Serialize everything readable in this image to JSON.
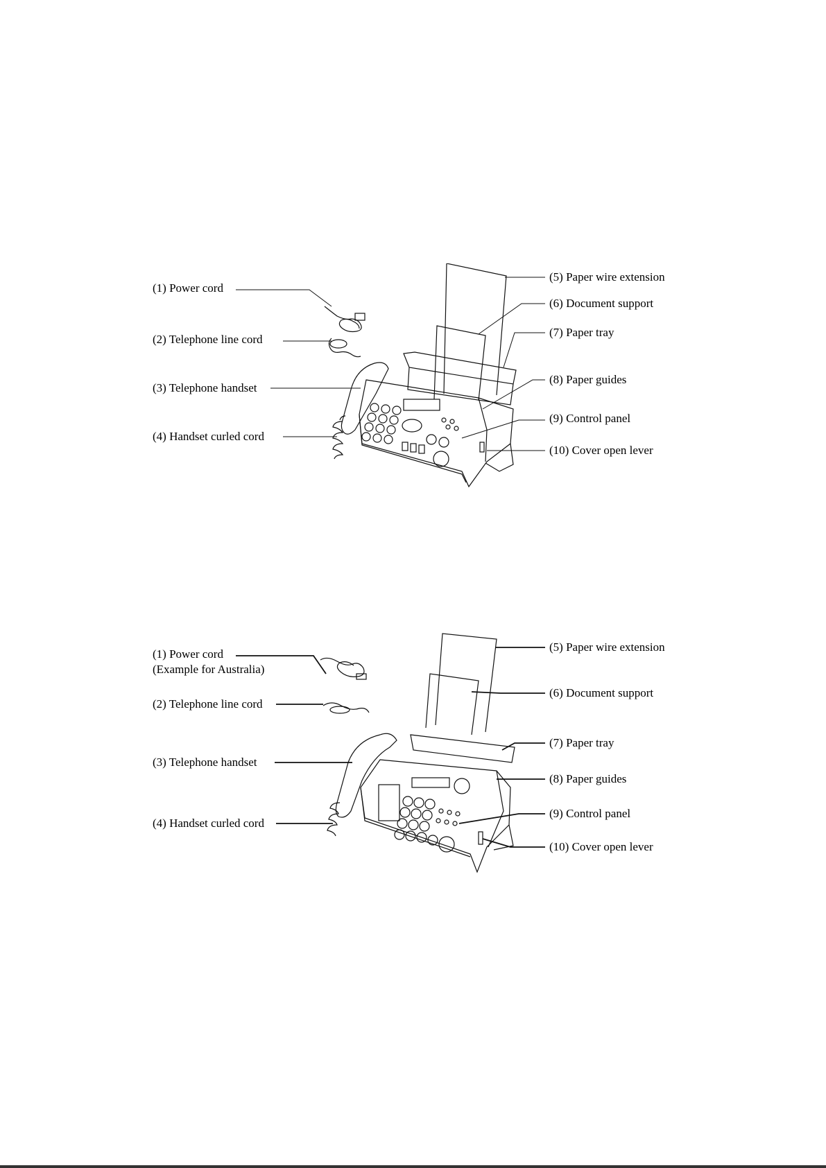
{
  "diagram1": {
    "labels": {
      "l1": "(1) Power cord",
      "l2": "(2) Telephone line cord",
      "l3": "(3) Telephone handset",
      "l4": "(4) Handset curled cord",
      "l5": "(5) Paper wire extension",
      "l6": "(6) Document support",
      "l7": "(7) Paper tray",
      "l8": "(8) Paper guides",
      "l9": "(9) Control panel",
      "l10": "(10) Cover open lever"
    }
  },
  "diagram2": {
    "labels": {
      "l1": "(1) Power cord",
      "l1b": "(Example for Australia)",
      "l2": "(2) Telephone line cord",
      "l3": "(3) Telephone handset",
      "l4": "(4) Handset curled cord",
      "l5": "(5) Paper wire extension",
      "l6": "(6) Document support",
      "l7": "(7) Paper tray",
      "l8": "(8) Paper guides",
      "l9": "(9) Control panel",
      "l10": "(10) Cover open lever"
    }
  }
}
